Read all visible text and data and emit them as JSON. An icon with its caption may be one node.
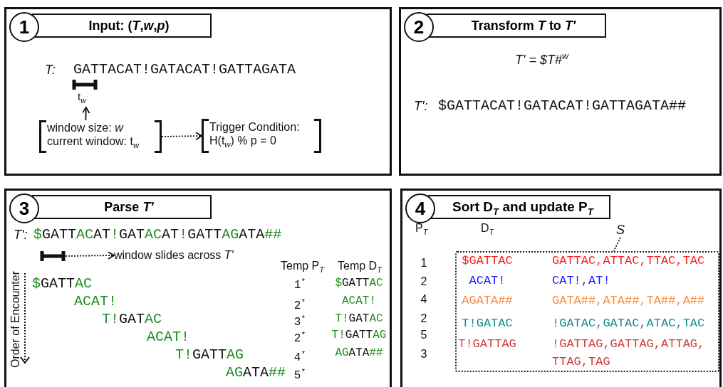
{
  "diagram": {
    "nodes": [
      {
        "text": [
          "1",
          "Input: (*T*,*w*,*p*)"
        ]
      },
      {
        "text": [
          "t$_{w}$"
        ],
        "in": 0
      },
      {
        "text": [
          "window size: *w*",
          "current window: t$_{w}$"
        ],
        "in": 0
      },
      {
        "text": [
          "Trigger Condition:",
          "H(t$_{w}$) % p = 0"
        ],
        "in": 0
      },
      {
        "text": [
          "2",
          "Transform *T* to *T'*"
        ]
      },
      {
        "text": [
          "3",
          "Parse *T'*"
        ]
      },
      {
        "text": [],
        "shape": "bar",
        "in": 5
      },
      {
        "text": [
          "window slides across *T'*"
        ],
        "in": 5
      },
      {
        "text": [
          "4",
          "Sort D$_{T}$ and update P$_{T}$"
        ]
      },
      {
        "text": [
          "S"
        ],
        "in": 8
      },
      {
        "text": [],
        "shape": "box",
        "in": 8
      }
    ],
    "edges": [
      {
        "from": 2,
        "to": 1,
        "arrow": "to"
      },
      {
        "from": 2,
        "to": 3,
        "arrow": "to",
        "style": "dashed"
      },
      {
        "from": 6,
        "to": 7,
        "arrow": "to",
        "style": "dashed"
      },
      {
        "from": 9,
        "to": 10,
        "arrow": "none",
        "style": "dashed"
      }
    ],
    "labels": [
      "T:",
      "GATTACAT!GATACAT!GATTAGATA",
      "T' = $T#$^{w}$",
      "T':",
      "$GATTACAT!GATACAT!GATTAGATA##",
      "T':",
      "$GATTACAT!GATACAT!GATTAGATA##",
      "Order of Encounter",
      "$GATTAC",
      "ACAT!",
      "T!GATAC",
      "ACAT!",
      "T!GATTAG",
      "AGATA##",
      "Temp P$_{T}$",
      "Temp D$_{T}$",
      "1$^{*}$",
      "$GATTAC",
      "2$^{*}$",
      "ACAT!",
      "3$^{*}$",
      "T!GATAC",
      "2$^{*}$",
      "T!GATTAG",
      "4$^{*}$",
      "AGATA##",
      "5$^{*}$",
      "P$_{T}$",
      "D$_{T}$",
      "1",
      "$GATTAC",
      "GATTAC,ATTAC,TTAC,TAC",
      "2",
      "ACAT!",
      "CAT!,AT!",
      "4",
      "AGATA##",
      "GATA##,ATA##,TA##,A##",
      "2",
      "T!GATAC",
      "!GATAC,GATAC,ATAC,TAC",
      "5",
      "3",
      "T!GATTAG",
      "!GATTAG,GATTAG,ATTAG,TTAG,TAG"
    ]
  }
}
